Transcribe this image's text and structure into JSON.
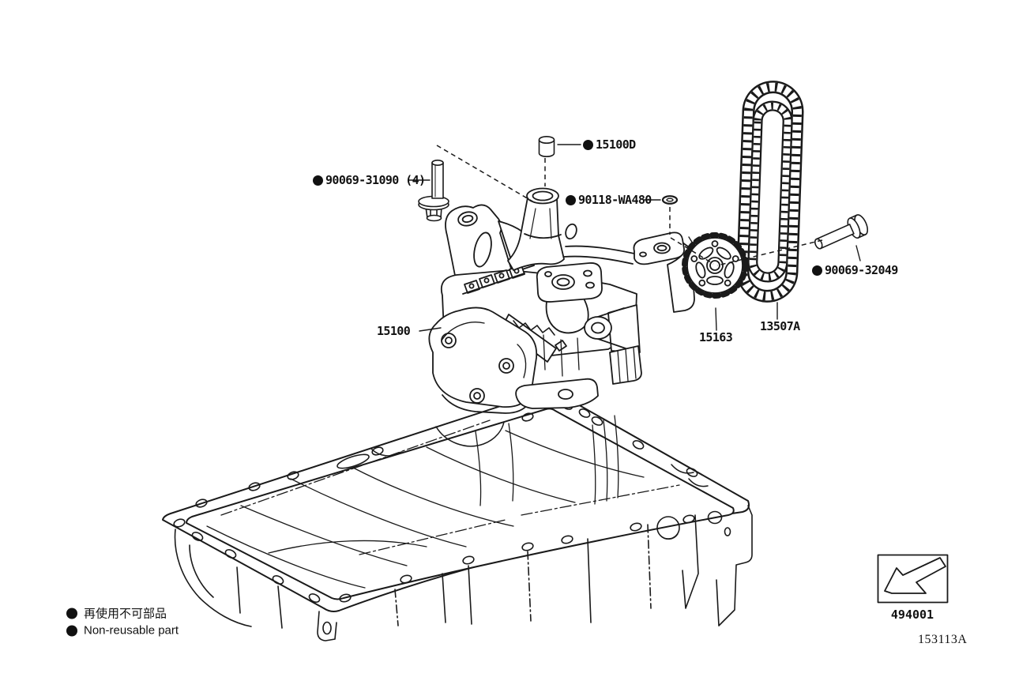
{
  "diagram": {
    "callouts": [
      {
        "number": "90069-31090 (4)",
        "non_reusable": true
      },
      {
        "number": "15100D",
        "non_reusable": true
      },
      {
        "number": "90118-WA480",
        "non_reusable": true
      },
      {
        "number": "90069-32049",
        "non_reusable": true
      },
      {
        "number": "15100",
        "non_reusable": false
      },
      {
        "number": "15163",
        "non_reusable": false
      },
      {
        "number": "13507A",
        "non_reusable": false
      }
    ],
    "legend": {
      "ja": "再使用不可部品",
      "en": "Non-reusable part"
    },
    "direction_box_code": "494001",
    "figure_code": "153113A",
    "line_color": "#1a1a1a",
    "background": "#ffffff"
  }
}
